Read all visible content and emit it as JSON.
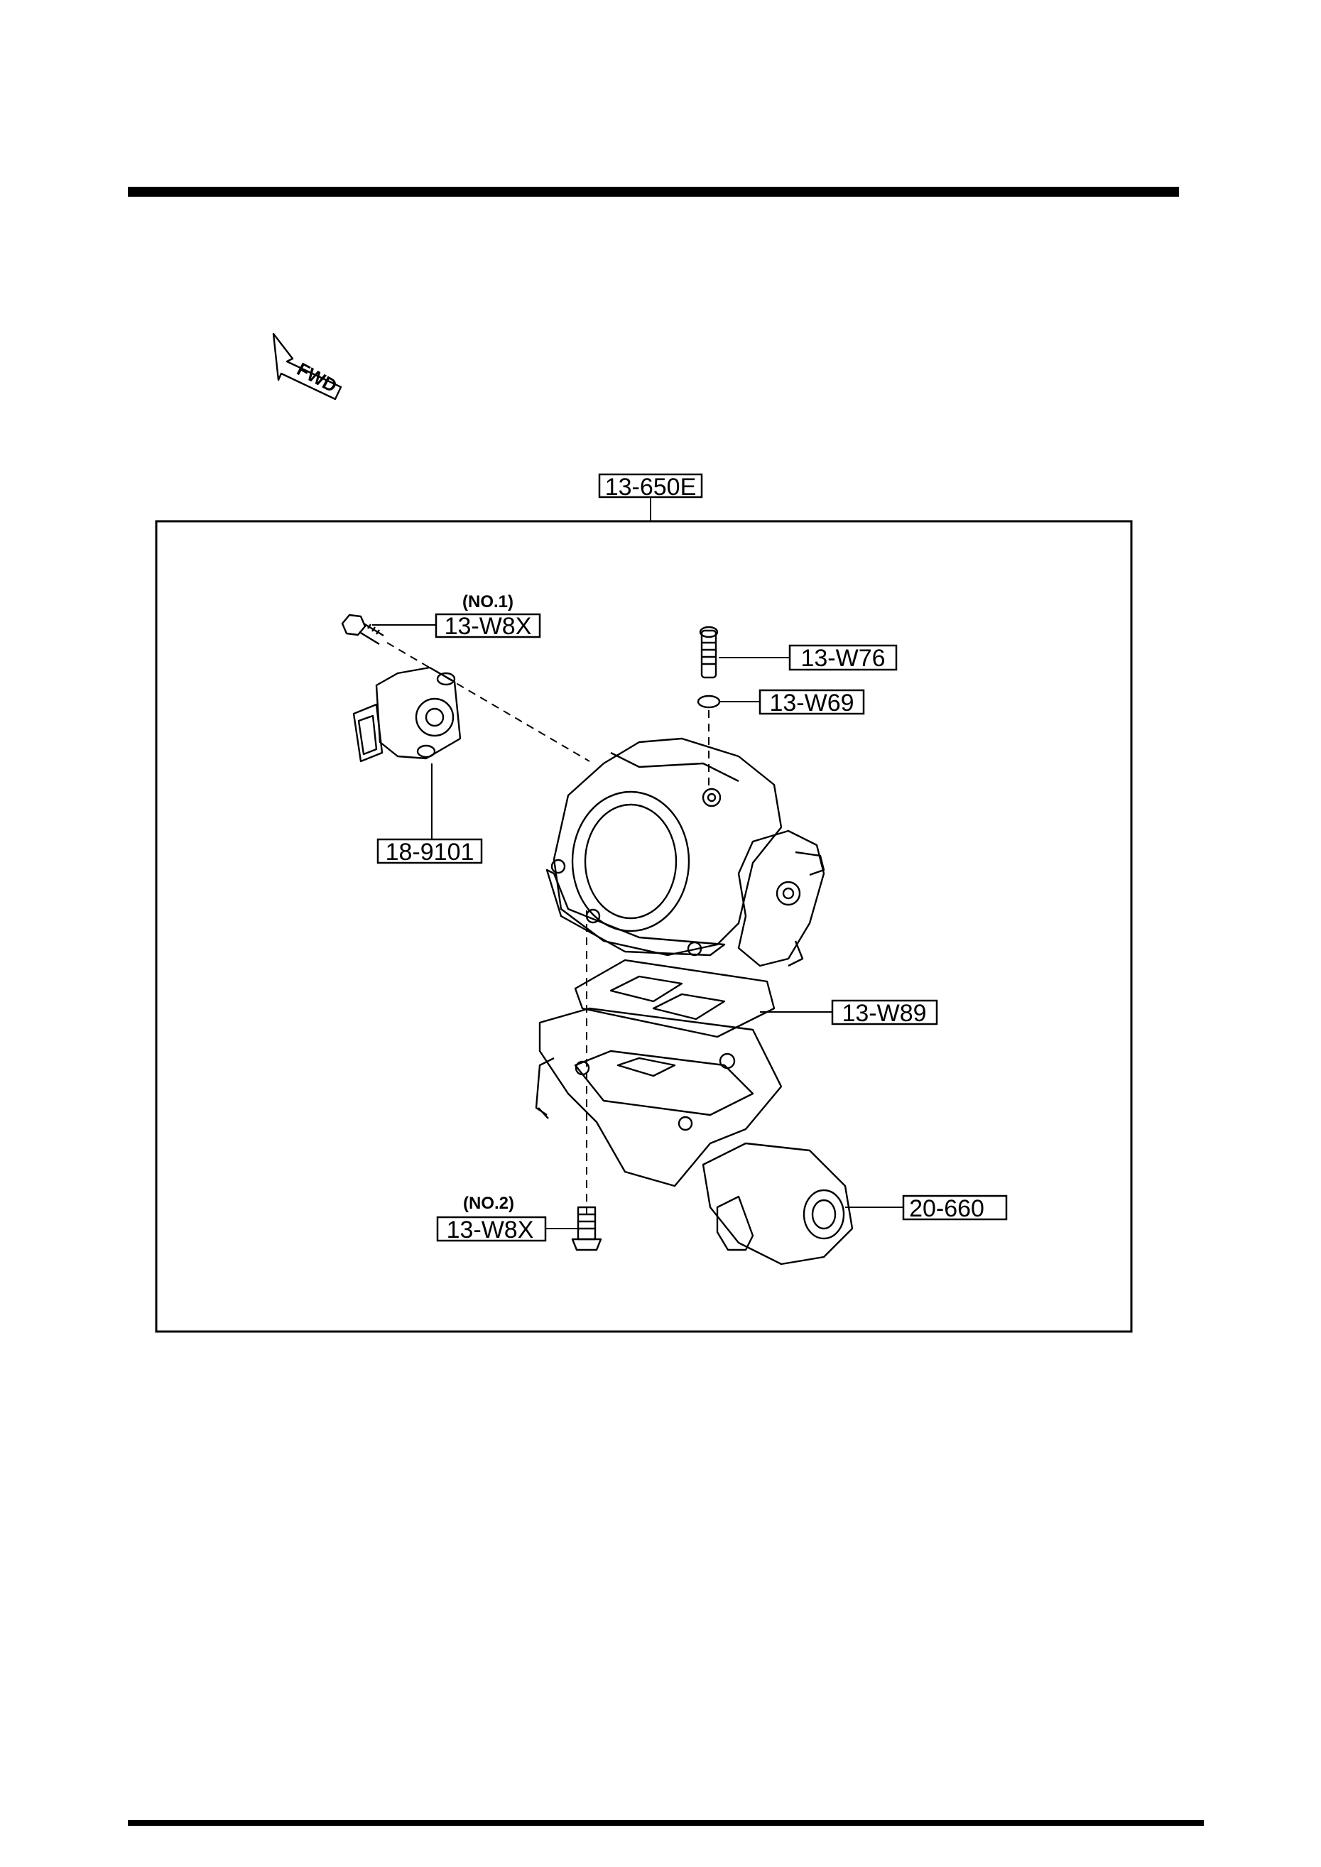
{
  "direction_arrow": {
    "label": "FWD",
    "icon": "forward-arrow-icon"
  },
  "assembly_label": "13-650E",
  "callouts": {
    "bolt_no1_note": "(NO.1)",
    "bolt_no1": "13-W8X",
    "tp_sensor": "18-9101",
    "stud": "13-W76",
    "o_ring": "13-W69",
    "gasket": "13-W89",
    "bolt_no2_note": "(NO.2)",
    "bolt_no2": "13-W8X",
    "iac_valve": "20-660"
  }
}
